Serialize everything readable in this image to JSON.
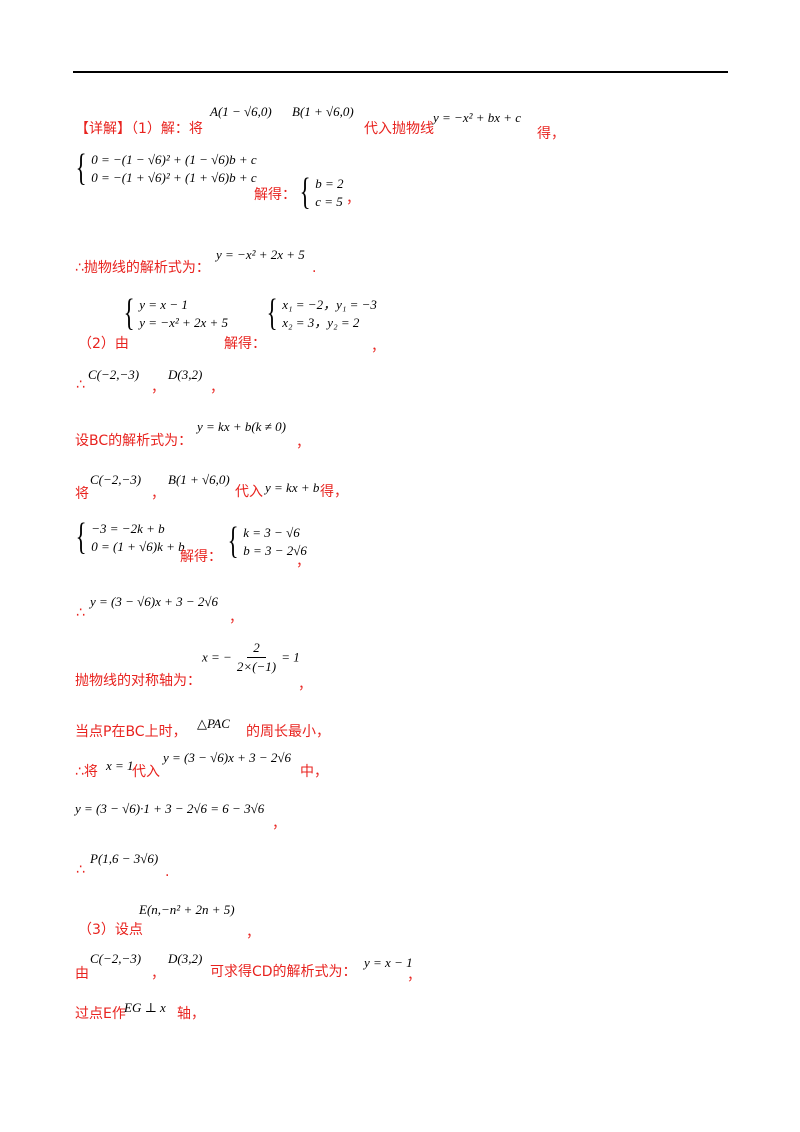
{
  "colors": {
    "accent": "#e8231f",
    "text": "#000000"
  },
  "l1": {
    "a": "【详解】（1）解：将",
    "m1": "A(1 − √6,0)",
    "m2": "B(1 + √6,0)",
    "b": "代入抛物线",
    "m3": "y = −x² + bx + c",
    "c": "得，"
  },
  "sys1": {
    "r1": "0 = −(1 − √6)² + (1 − √6)b + c",
    "r2": "0 = −(1 + √6)² + (1 + √6)b + c",
    "mid": "解得：",
    "s1": "b = 2",
    "s2": "c = 5",
    "end": "，"
  },
  "l3": {
    "a": "∴抛物线的解析式为：",
    "m": "y = −x² + 2x + 5",
    "end": "."
  },
  "sys2": {
    "pre": "（2）由",
    "r1": "y = x − 1",
    "r2": "y = −x² + 2x + 5",
    "mid": "解得：",
    "s1": "x₁ = −2，y₁ = −3",
    "s2": "x₂ = 3，y₂ = 2",
    "end": "，"
  },
  "l5": {
    "a": "∴",
    "m1": "C(−2,−3)",
    "sep": "，",
    "m2": "D(3,2)",
    "end": "，"
  },
  "l6": {
    "a": "设BC的解析式为：",
    "m": "y = kx + b(k ≠ 0)",
    "end": "，"
  },
  "l7": {
    "a": "将",
    "m1": "C(−2,−3)",
    "sep": "，",
    "m2": "B(1 + √6,0)",
    "b": "代入",
    "m3": "y = kx + b",
    "c": "得，"
  },
  "sys3": {
    "r1": "−3 = −2k + b",
    "r2": "0 = (1 + √6)k + b",
    "mid": "解得：",
    "s1": "k = 3 − √6",
    "s2": "b = 3 − 2√6",
    "end": "，"
  },
  "l9": {
    "a": "∴",
    "m": "y = (3 − √6)x + 3 − 2√6",
    "end": "，"
  },
  "l10": {
    "a": "抛物线的对称轴为：",
    "lhs": "x = −",
    "num": "2",
    "den": "2×(−1)",
    "rhs": "= 1",
    "end": "，"
  },
  "l11": {
    "a": "当点P在BC上时，",
    "m": "△PAC",
    "b": "的周长最小，"
  },
  "l12": {
    "a": "∴将",
    "m1": "x = 1",
    "b": "代入",
    "m2": "y = (3 − √6)x + 3 − 2√6",
    "c": "中，"
  },
  "l13": {
    "m": "y = (3 − √6)·1 + 3 − 2√6 = 6 − 3√6",
    "end": "，"
  },
  "l14": {
    "a": "∴",
    "m": "P(1,6 − 3√6)",
    "end": "."
  },
  "l15": {
    "a": "（3）设点",
    "m": "E(n,−n² + 2n + 5)",
    "end": "，"
  },
  "l16": {
    "a": "由",
    "m1": "C(−2,−3)",
    "sep": "，",
    "m2": "D(3,2)",
    "b": "可求得CD的解析式为：",
    "m3": "y = x − 1",
    "end": "，"
  },
  "l17": {
    "a": "过点E作",
    "m": "EG ⊥ x",
    "b": "轴，"
  }
}
